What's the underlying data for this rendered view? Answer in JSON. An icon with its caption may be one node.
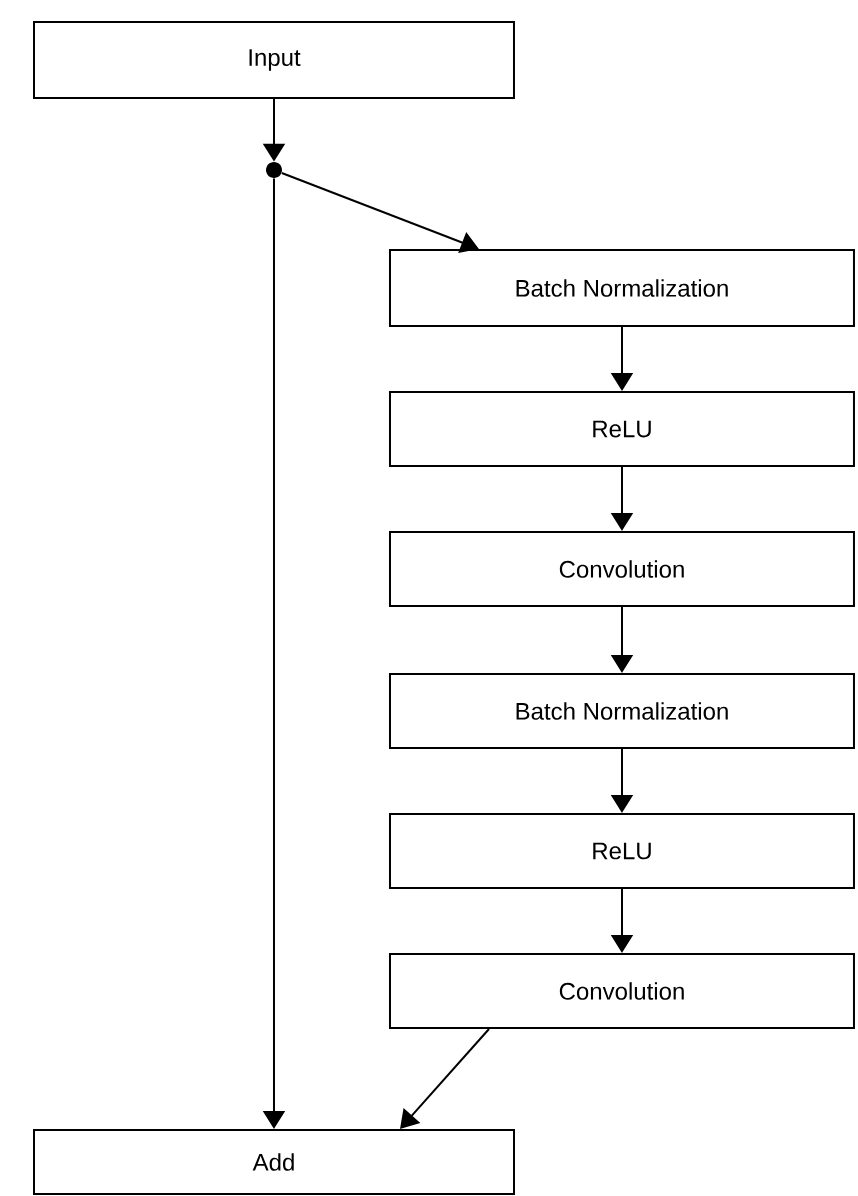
{
  "diagram": {
    "nodes": [
      {
        "text": [
          "Input"
        ]
      },
      {
        "text": [],
        "shape": "circle"
      },
      {
        "text": [
          "Batch Normalization"
        ]
      },
      {
        "text": [
          "ReLU"
        ]
      },
      {
        "text": [
          "Convolution"
        ]
      },
      {
        "text": [
          "Batch Normalization"
        ]
      },
      {
        "text": [
          "ReLU"
        ]
      },
      {
        "text": [
          "Convolution"
        ]
      },
      {
        "text": [
          "Add"
        ]
      }
    ],
    "edges": [
      {
        "from": 0,
        "to": 1,
        "arrow": "to"
      },
      {
        "from": 1,
        "to": 2,
        "arrow": "to"
      },
      {
        "from": 2,
        "to": 3,
        "arrow": "to"
      },
      {
        "from": 3,
        "to": 4,
        "arrow": "to"
      },
      {
        "from": 4,
        "to": 5,
        "arrow": "to"
      },
      {
        "from": 5,
        "to": 6,
        "arrow": "to"
      },
      {
        "from": 6,
        "to": 7,
        "arrow": "to"
      },
      {
        "from": 7,
        "to": 8,
        "arrow": "to"
      },
      {
        "from": 1,
        "to": 8,
        "arrow": "to"
      }
    ]
  }
}
